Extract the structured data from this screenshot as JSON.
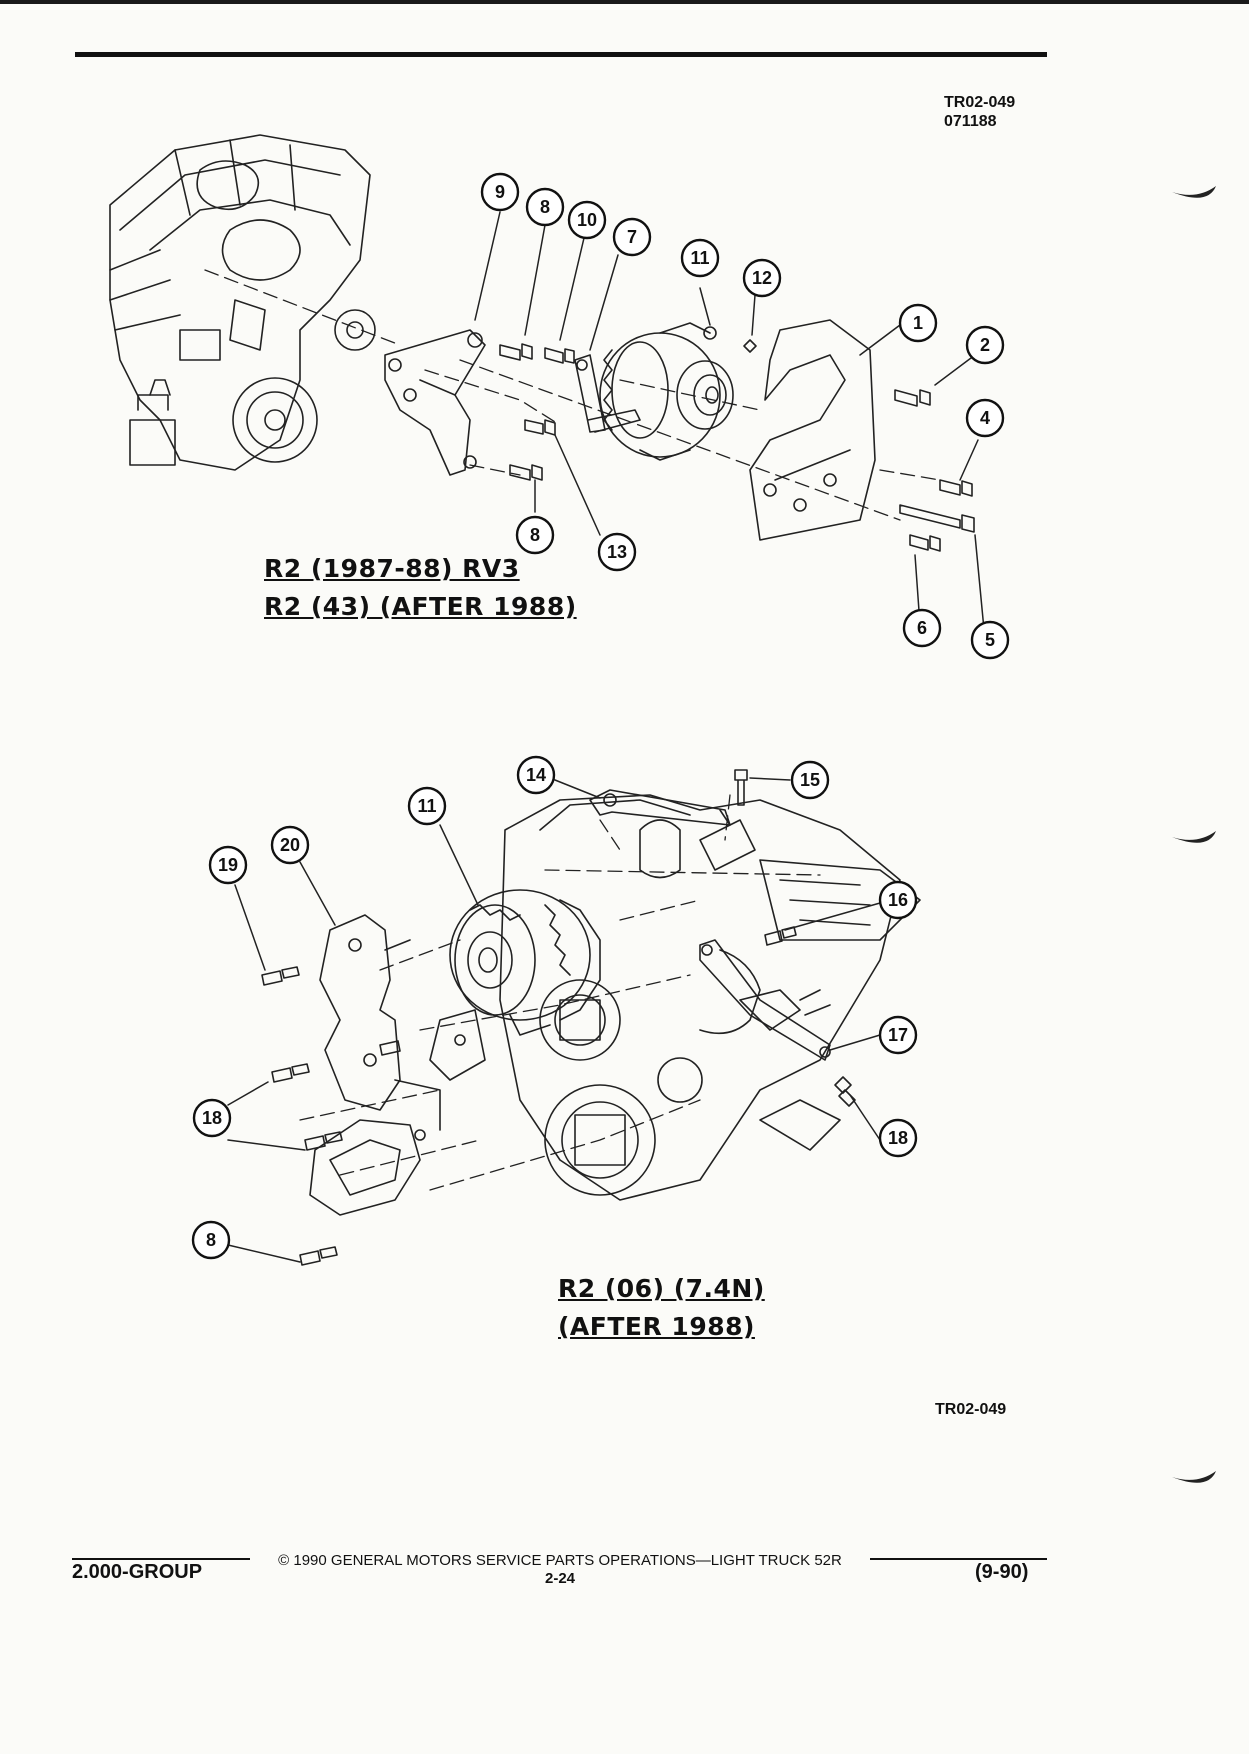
{
  "header": {
    "ref_code": "TR02-049",
    "date_code": "071188"
  },
  "diagram_top": {
    "caption_line1": "R2 (1987-88) RV3",
    "caption_line2": "R2 (43) (AFTER 1988)",
    "callouts": {
      "c9": "9",
      "c8a": "8",
      "c10": "10",
      "c7": "7",
      "c11": "11",
      "c12": "12",
      "c1": "1",
      "c2": "2",
      "c4": "4",
      "c8b": "8",
      "c13": "13",
      "c6": "6",
      "c5": "5"
    }
  },
  "diagram_bottom": {
    "caption_line1": "R2 (06) (7.4N)",
    "caption_line2": "(AFTER 1988)",
    "callouts": {
      "c14": "14",
      "c15": "15",
      "c11": "11",
      "c20": "20",
      "c19": "19",
      "c16": "16",
      "c17": "17",
      "c18a": "18",
      "c18b": "18",
      "c8": "8"
    }
  },
  "footer": {
    "figure_code": "TR02-049",
    "group_label": "2.000-GROUP",
    "copyright": "© 1990 GENERAL MOTORS SERVICE PARTS OPERATIONS—LIGHT TRUCK 52R",
    "page_number": "2-24",
    "revision": "(9-90)"
  }
}
